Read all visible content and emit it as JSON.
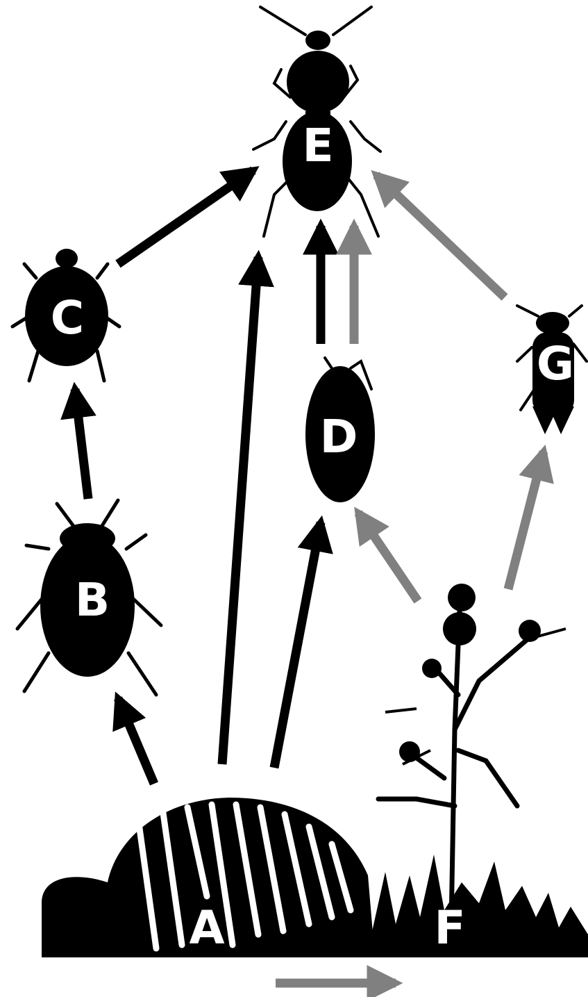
{
  "colors": {
    "silhouette": "#000000",
    "direct_arrow": "#000000",
    "indirect_arrow": "#808080",
    "label": "#ffffff",
    "background": "#ffffff"
  },
  "nodes": {
    "A": {
      "label": "A",
      "icon": "carcass-ribcage-icon"
    },
    "B": {
      "label": "B",
      "icon": "carrion-beetle-icon"
    },
    "C": {
      "label": "C",
      "icon": "histerid-beetle-icon"
    },
    "D": {
      "label": "D",
      "icon": "woodlouse-larva-icon"
    },
    "E": {
      "label": "E",
      "icon": "ground-beetle-icon"
    },
    "F": {
      "label": "F",
      "icon": "thistle-plant-icon"
    },
    "G": {
      "label": "G",
      "icon": "small-beetle-icon"
    }
  },
  "edges": [
    {
      "from": "A",
      "to": "B",
      "kind": "direct"
    },
    {
      "from": "A",
      "to": "E",
      "kind": "direct"
    },
    {
      "from": "A",
      "to": "D",
      "kind": "direct"
    },
    {
      "from": "B",
      "to": "C",
      "kind": "direct"
    },
    {
      "from": "C",
      "to": "E",
      "kind": "direct"
    },
    {
      "from": "D",
      "to": "E",
      "kind": "direct"
    },
    {
      "from": "D",
      "to": "E",
      "kind": "indirect"
    },
    {
      "from": "G",
      "to": "E",
      "kind": "indirect"
    },
    {
      "from": "F",
      "to": "D",
      "kind": "indirect"
    },
    {
      "from": "F",
      "to": "G",
      "kind": "indirect"
    },
    {
      "from": "A",
      "to": "F",
      "kind": "indirect"
    }
  ]
}
